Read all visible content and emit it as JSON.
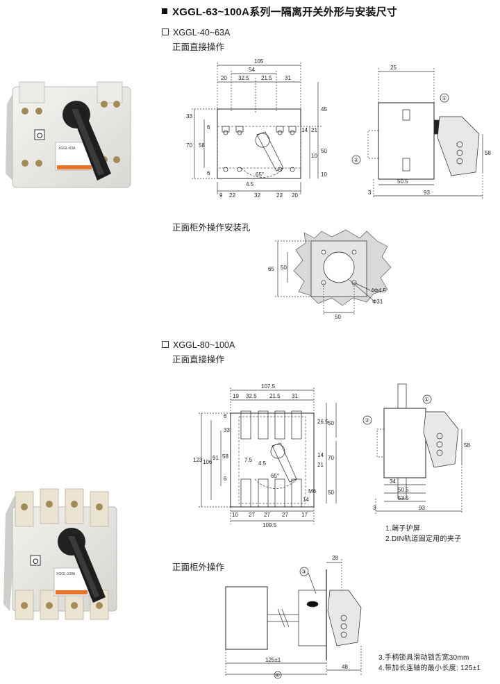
{
  "title": "XGGL-63~100A系列一隔离开关外形与安装尺寸",
  "section1": {
    "model": "XGGL-40~63A",
    "direct_label": "正面直接操作",
    "mount_label": "正面柜外操作安装孔",
    "front_dims": [
      "105",
      "54",
      "20",
      "32.5",
      "21.5",
      "31",
      "33",
      "70",
      "58",
      "6",
      "6",
      "45",
      "14",
      "21",
      "50",
      "10",
      "10",
      "65°",
      "4.5",
      "9",
      "22",
      "32",
      "22",
      "20"
    ],
    "side_dims": [
      "25",
      "①",
      "②",
      "58",
      "50.5",
      "3",
      "93"
    ],
    "hole_dims": [
      "65",
      "50",
      "4Φ4.5",
      "Φ31",
      "50"
    ]
  },
  "section2": {
    "model": "XGGL-80~100A",
    "direct_label": "正面直接操作",
    "external_label": "正面柜外操作",
    "front_dims": [
      "107.5",
      "19",
      "32.5",
      "21.5",
      "31",
      "33",
      "6",
      "26.5",
      "50",
      "123",
      "106",
      "91",
      "58",
      "7.5",
      "4.5",
      "65°",
      "6",
      "14",
      "21",
      "70",
      "M6",
      "50",
      "14",
      "10",
      "27",
      "27",
      "27",
      "17",
      "109.5"
    ],
    "side_dims": [
      "①",
      "②",
      "58",
      "34",
      "50.5",
      "53.5",
      "3",
      "93"
    ],
    "ext_dims": [
      "28",
      "③",
      "125±1",
      "48",
      "④"
    ],
    "notes": [
      "1.端子护屏",
      "2.DIN轨道固定用的夹子",
      "3.手柄锁具滑动锁舌宽30mm",
      "4.带加长连轴的最小长度: 125±1"
    ]
  },
  "products": [
    {
      "name": "XGGL-40~63A switch photo",
      "pos_label": "O",
      "brand": "XGGL-63A"
    },
    {
      "name": "XGGL-80~100A switch photo",
      "pos_label": "O",
      "brand": "XGGL-100A"
    }
  ]
}
